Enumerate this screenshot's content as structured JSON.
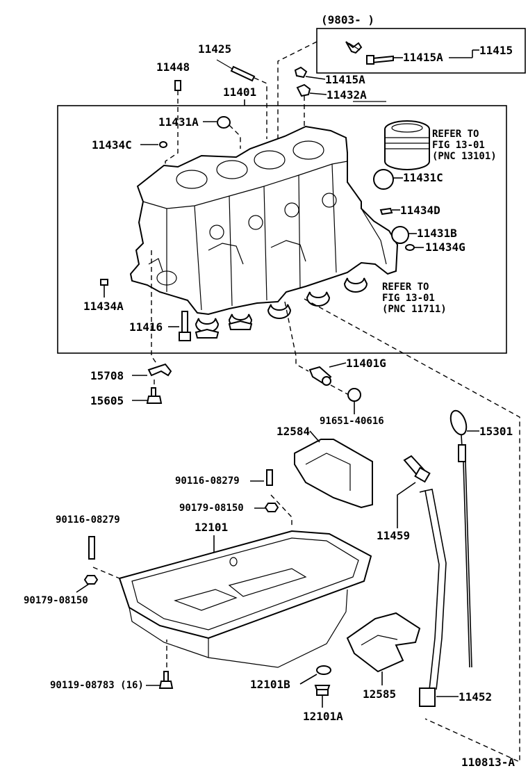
{
  "labels": {
    "p11415_note": "(9803-      )",
    "p11415": "11415",
    "p11415A_box": "11415A",
    "p11425": "11425",
    "p11448": "11448",
    "p11415A": "11415A",
    "p11432A": "11432A",
    "p11401": "11401",
    "p11431A": "11431A",
    "p11434C": "11434C",
    "refer1_line1": "REFER TO",
    "refer1_line2": "FIG 13-01",
    "refer1_line3": "(PNC 13101)",
    "p11431C": "11431C",
    "p11434D": "11434D",
    "p11431B": "11431B",
    "p11434G": "11434G",
    "refer2_line1": "REFER TO",
    "refer2_line2": "FIG 13-01",
    "refer2_line3": "(PNC 11711)",
    "p11434A": "11434A",
    "p11416": "11416",
    "p15708": "15708",
    "p15605": "15605",
    "p11401G": "11401G",
    "p91651": "91651-40616",
    "p15301": "15301",
    "p12584": "12584",
    "p90116a": "90116-08279",
    "p90179a": "90179-08150",
    "p11459": "11459",
    "p90116b": "90116-08279",
    "p12101": "12101",
    "p90179b": "90179-08150",
    "p90119": "90119-08783 (16)",
    "p12101B": "12101B",
    "p12585": "12585",
    "p11452": "11452",
    "p12101A": "12101A",
    "figure_id": "110813-A"
  }
}
